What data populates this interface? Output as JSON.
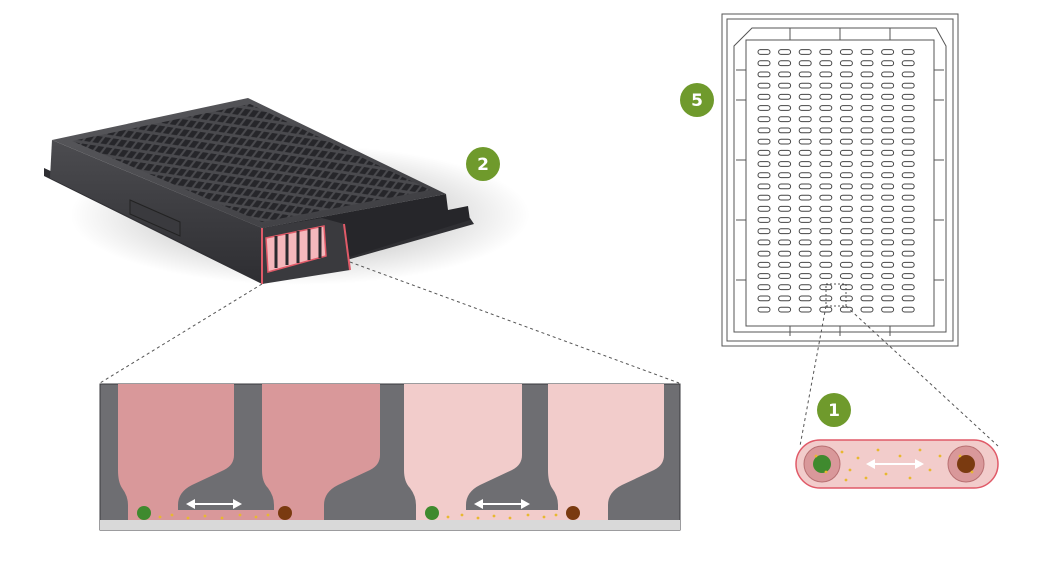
{
  "badges": {
    "plate_3d": "2",
    "plate_top": "5",
    "channel_top": "1"
  },
  "colors": {
    "badge_green": "#6f9a2c",
    "well_pink_dark": "#d9989a",
    "well_pink_light": "#f2cccb",
    "plate_wall": "#6e6e72",
    "accent_red": "#e05a68",
    "cell_green": "#3f8a2e",
    "cell_brown": "#7a3a10",
    "particle_yellow": "#e8b830"
  },
  "icons": {
    "flow_arrow": "double-headed-arrow-icon",
    "plate": "microplate-icon"
  }
}
